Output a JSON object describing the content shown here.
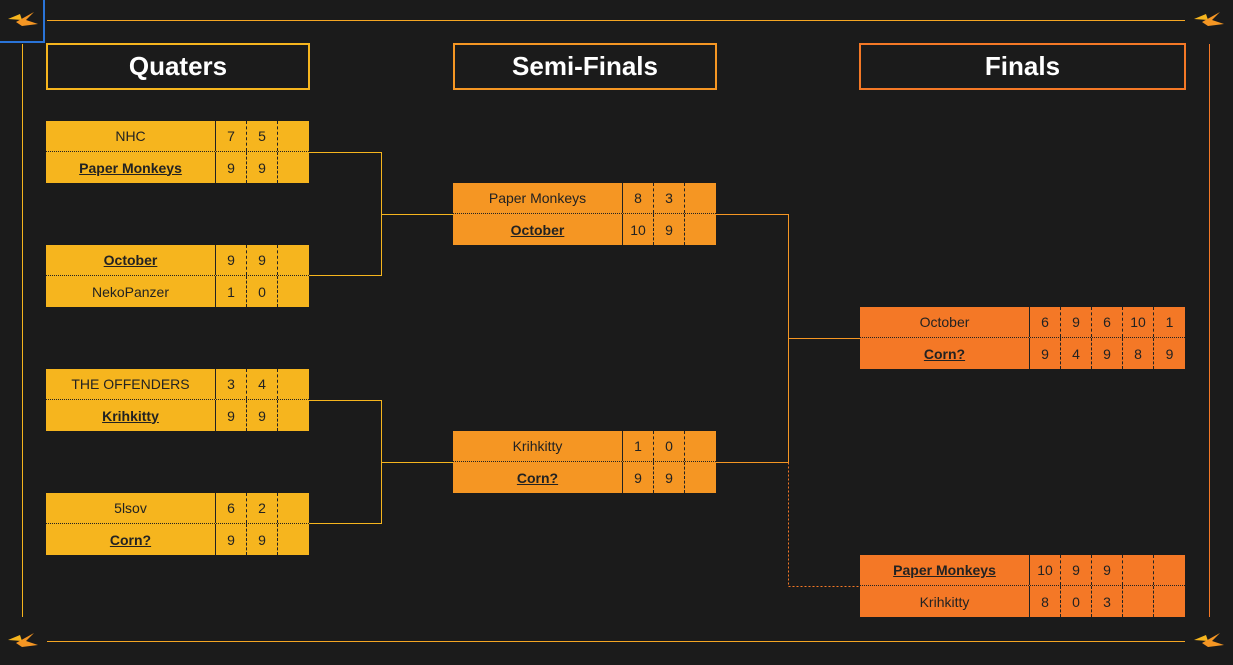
{
  "colors": {
    "background": "#1b1b1b",
    "quarters": "#f6b51e",
    "semis": "#f59623",
    "finals": "#f47826"
  },
  "headings": {
    "quarters": "Quaters",
    "semis": "Semi-Finals",
    "finals": "Finals"
  },
  "quarters": [
    {
      "teams": [
        {
          "name": "NHC",
          "scores": [
            "7",
            "5",
            ""
          ],
          "winner": false
        },
        {
          "name": "Paper Monkeys",
          "scores": [
            "9",
            "9",
            ""
          ],
          "winner": true
        }
      ]
    },
    {
      "teams": [
        {
          "name": "October",
          "scores": [
            "9",
            "9",
            ""
          ],
          "winner": true
        },
        {
          "name": "NekoPanzer",
          "scores": [
            "1",
            "0",
            ""
          ],
          "winner": false
        }
      ]
    },
    {
      "teams": [
        {
          "name": "THE OFFENDERS",
          "scores": [
            "3",
            "4",
            ""
          ],
          "winner": false
        },
        {
          "name": "Krihkitty",
          "scores": [
            "9",
            "9",
            ""
          ],
          "winner": true
        }
      ]
    },
    {
      "teams": [
        {
          "name": "5lsov",
          "scores": [
            "6",
            "2",
            ""
          ],
          "winner": false
        },
        {
          "name": "Corn?",
          "scores": [
            "9",
            "9",
            ""
          ],
          "winner": true
        }
      ]
    }
  ],
  "semis": [
    {
      "teams": [
        {
          "name": "Paper Monkeys",
          "scores": [
            "8",
            "3",
            ""
          ],
          "winner": false
        },
        {
          "name": "October",
          "scores": [
            "10",
            "9",
            ""
          ],
          "winner": true
        }
      ]
    },
    {
      "teams": [
        {
          "name": "Krihkitty",
          "scores": [
            "1",
            "0",
            ""
          ],
          "winner": false
        },
        {
          "name": "Corn?",
          "scores": [
            "9",
            "9",
            ""
          ],
          "winner": true
        }
      ]
    }
  ],
  "finals": [
    {
      "teams": [
        {
          "name": "October",
          "scores": [
            "6",
            "9",
            "6",
            "10",
            "1"
          ],
          "winner": false
        },
        {
          "name": "Corn?",
          "scores": [
            "9",
            "4",
            "9",
            "8",
            "9"
          ],
          "winner": true
        }
      ]
    },
    {
      "teams": [
        {
          "name": "Paper Monkeys",
          "scores": [
            "10",
            "9",
            "9",
            "",
            ""
          ],
          "winner": true
        },
        {
          "name": "Krihkitty",
          "scores": [
            "8",
            "0",
            "3",
            "",
            ""
          ],
          "winner": false
        }
      ]
    }
  ]
}
